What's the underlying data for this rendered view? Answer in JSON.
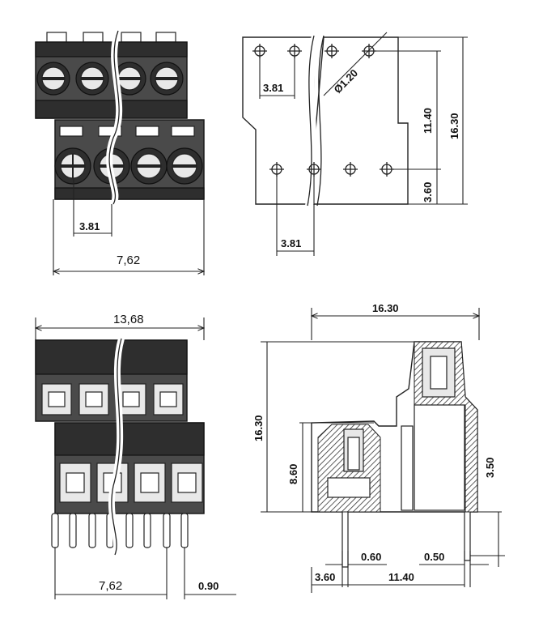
{
  "views": {
    "front_top": {
      "pitch": "3.81",
      "width": "7,62"
    },
    "pcb_layout": {
      "pitch_top": "3.81",
      "hole": "Ø1.20",
      "d1": "11.40",
      "d2": "16.30",
      "d3": "3.60",
      "pitch_bottom": "3.81"
    },
    "front_bottom": {
      "width_top": "13,68",
      "width_bottom": "7,62",
      "pin": "0.90"
    },
    "side": {
      "top_width": "16.30",
      "height": "16.30",
      "low_height": "8.60",
      "right_height": "3.50",
      "pin_left": "0.60",
      "pin_right": "0.50",
      "bottom_left": "3.60",
      "bottom_right": "11.40"
    }
  }
}
